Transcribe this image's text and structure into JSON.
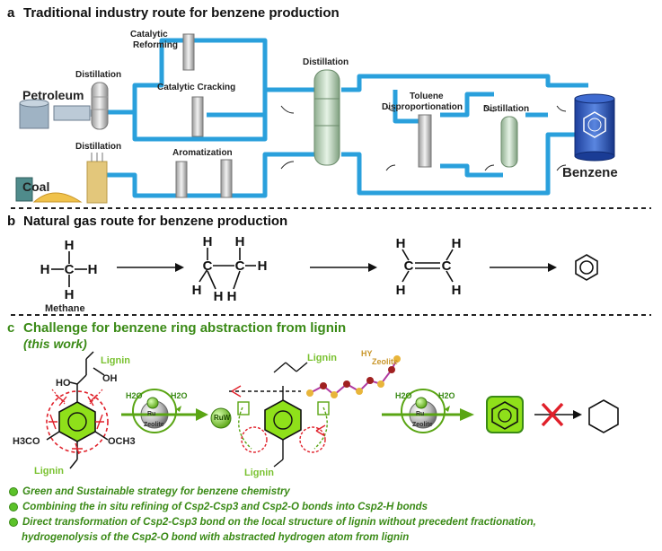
{
  "panel_a": {
    "letter": "a",
    "title": "Traditional industry route for benzene production",
    "labels": {
      "petroleum": "Petroleum",
      "coal": "Coal",
      "distillation_1": "Distillation",
      "distillation_2": "Distillation",
      "catalytic_reforming_1": "Catalytic",
      "catalytic_reforming_2": "Reforming",
      "catalytic_cracking": "Catalytic Cracking",
      "aromatization": "Aromatization",
      "distillation_center": "Distillation",
      "toluene_1": "Toluene",
      "toluene_2": "Disproportionation",
      "distillation_right": "Distillation",
      "benzene": "Benzene"
    }
  },
  "panel_b": {
    "letter": "b",
    "title": "Natural gas route for benzene production",
    "methane_label": "Methane"
  },
  "panel_c": {
    "letter": "c",
    "title": "Challenge for benzene ring abstraction from lignin",
    "subtitle": "(this work)",
    "labels": {
      "lignin_top": "Lignin",
      "lignin_bottom": "Lignin",
      "lignin_top2": "Lignin",
      "lignin_bottom2": "Lignin",
      "ho": "HO",
      "oh": "OH",
      "h3co": "H3CO",
      "och3": "OCH3",
      "h2o_a": "H2O",
      "h2o_b": "H2O",
      "h2o_c": "H2O",
      "h2o_d": "H2O",
      "ru": "Ru",
      "zeolite": "Zeolite",
      "ru_ball": "RuW",
      "hy": "HY",
      "hy_zeolite": "Zeolite"
    },
    "bullets": [
      "Green and Sustainable strategy for benzene chemistry",
      "Combining the in situ refining of Csp2-Csp3 and Csp2-O bonds into Csp2-H bonds",
      "Direct transformation of Csp2-Csp3 bond on the local structure of lignin without precedent fractionation,",
      "hydrogenolysis of the Csp2-O bond with abstracted hydrogen atom from lignin"
    ]
  },
  "colors": {
    "pipe": "#2aa0dc",
    "green_text": "#3a8a16",
    "ring_green": "#8fe01a",
    "red": "#e0202a",
    "lignin_green": "#7ac231"
  }
}
